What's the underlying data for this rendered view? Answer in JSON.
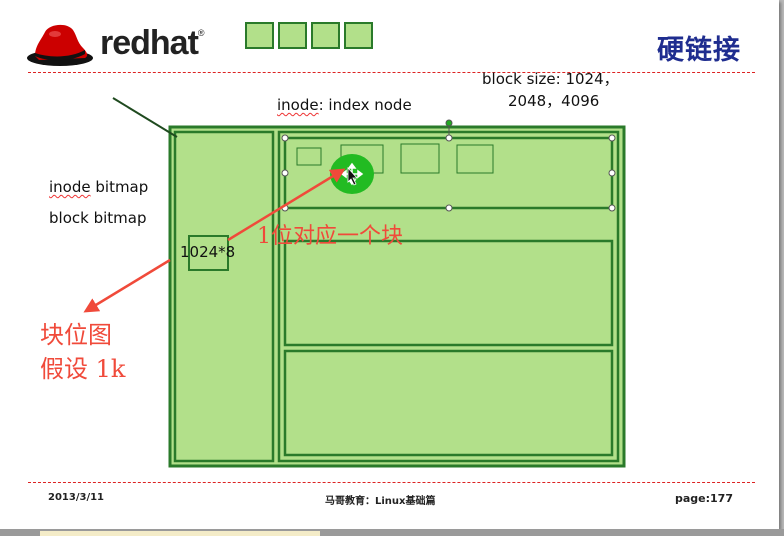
{
  "header": {
    "brand": "redhat",
    "brand_suffix": "®",
    "title": "硬链接"
  },
  "diagram": {
    "block_size_line1": "block size: 1024，",
    "block_size_line2": "2048，4096",
    "inode_prefix": "inode",
    "inode_suffix": ": index node",
    "inode_bitmap_prefix": "inode",
    "inode_bitmap_suffix": " bitmap",
    "block_bitmap": "block bitmap",
    "bitmap_value": "1024*8",
    "annotation_bit": "1位对应一个块",
    "annotation_bitmap_line1": "块位图",
    "annotation_bitmap_line2": "假设  1k"
  },
  "footer": {
    "date": "2013/3/11",
    "center": "马哥教育：Linux基础篇",
    "page": "page:177"
  },
  "colors": {
    "fill_green": "#b2e08a",
    "border_green": "#2a7a2a",
    "arrow_red": "#f04a3a",
    "title_blue": "#1f2d8f",
    "rule_red": "#dd2222"
  }
}
